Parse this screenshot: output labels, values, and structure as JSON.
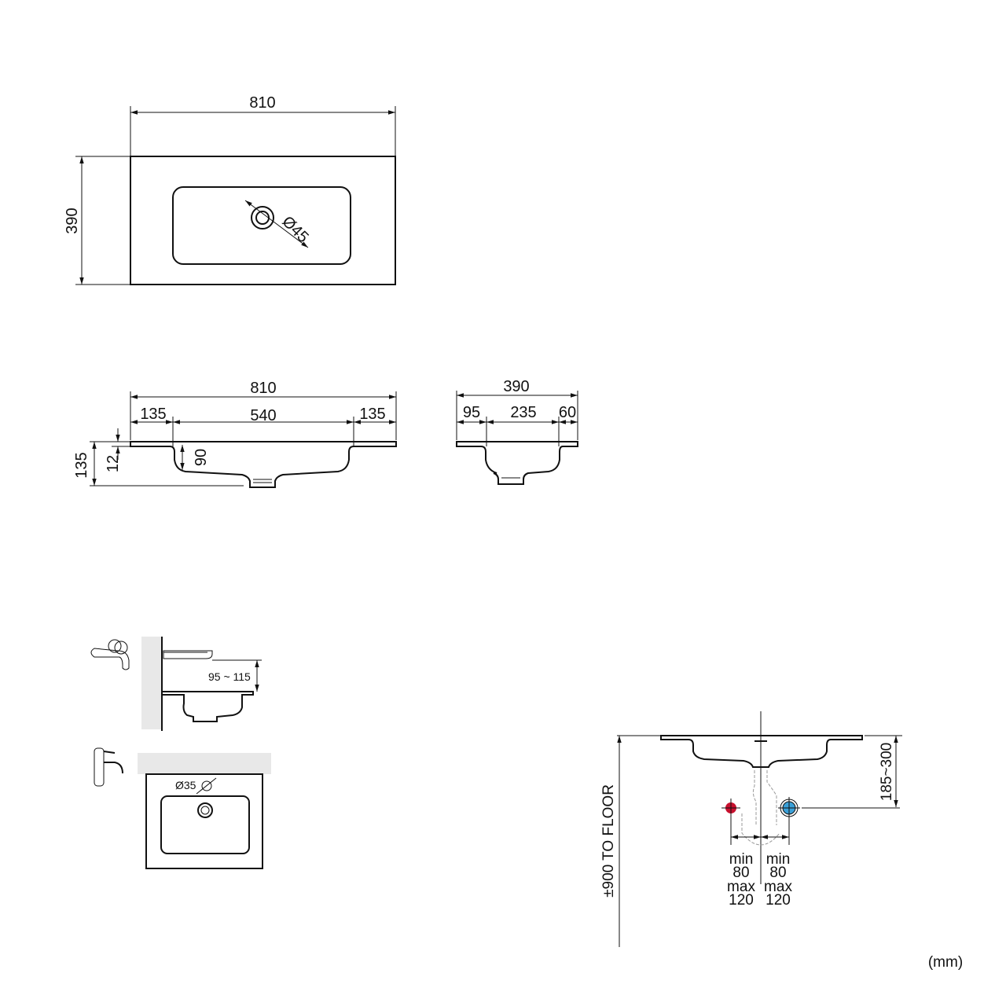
{
  "top_view": {
    "width": "810",
    "depth": "390",
    "drain": "Ø45"
  },
  "front_section": {
    "width": "810",
    "left_rim": "135",
    "basin": "540",
    "right_rim": "135",
    "height": "135",
    "slab": "12",
    "depth": "90"
  },
  "side_section": {
    "depth": "390",
    "front": "95",
    "basin": "235",
    "back": "60"
  },
  "wall_tap": {
    "spout_height": "95 ~ 115"
  },
  "deck_tap": {
    "tap_hole": "Ø35"
  },
  "installation": {
    "floor_height": "±900 TO FLOOR",
    "trap_height": "185~300",
    "left_min_label": "min",
    "left_min": "80",
    "left_max_label": "max",
    "left_max": "120",
    "right_min_label": "min",
    "right_min": "80",
    "right_max_label": "max",
    "right_max": "120",
    "hot_color": "#c8102e",
    "cold_color": "#3aa0d8"
  },
  "units": "(mm)"
}
